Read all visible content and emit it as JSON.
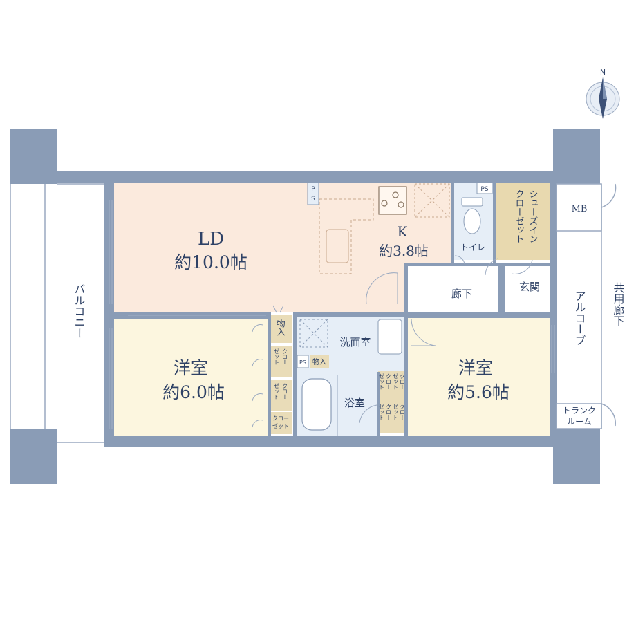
{
  "compass": {
    "north_label": "N"
  },
  "rooms": {
    "ld": {
      "name": "LD",
      "size": "約10.0帖"
    },
    "kitchen": {
      "name": "K",
      "size": "約3.8帖"
    },
    "western_left": {
      "name": "洋室",
      "size": "約6.0帖"
    },
    "western_right": {
      "name": "洋室",
      "size": "約5.6帖"
    },
    "toilet": "トイレ",
    "shoes_closet": [
      "シューズイン",
      "クローゼット"
    ],
    "mb": "MB",
    "corridor": "廊下",
    "entrance": "玄関",
    "alcove": "アルコーブ",
    "shared_corridor": "共用廊下",
    "washroom": "洗面室",
    "bathroom": "浴室",
    "balcony": "バルコニー",
    "trunk_room": [
      "トランク",
      "ルーム"
    ],
    "storage": "物入",
    "ps": "PS",
    "closet": [
      "クロー",
      "ゼット"
    ]
  },
  "colors": {
    "wall": "#8a9cb6",
    "ld_floor": "#fbeadd",
    "western_floor": "#fcf6df",
    "water_floor": "#e6eef7",
    "closet_floor": "#e9dcb8",
    "shoes_floor": "#e8d9af",
    "text": "#2f4266"
  }
}
